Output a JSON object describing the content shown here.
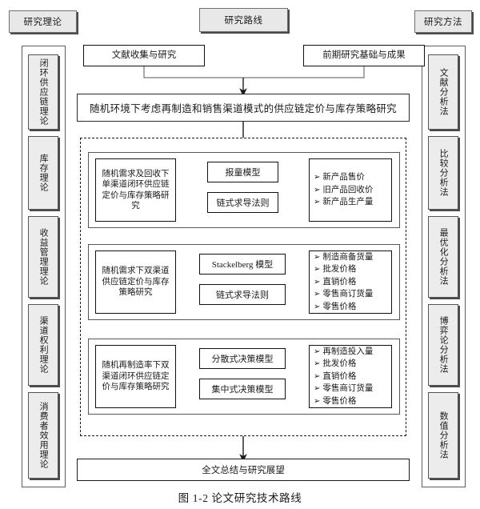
{
  "headers": {
    "left": "研究理论",
    "center": "研究路线",
    "right": "研究方法"
  },
  "inputs": {
    "literature": "文献收集与研究",
    "prior": "前期研究基础与成果"
  },
  "main_title": "随机环境下考虑再制造和销售渠道模式的供应链定价与库存策略研究",
  "left_sidebar": {
    "items": [
      {
        "label": "闭环供应链理论"
      },
      {
        "label": "库存理论"
      },
      {
        "label": "收益管理理论"
      },
      {
        "label": "渠道权利理论"
      },
      {
        "label": "消费者效用理论"
      }
    ]
  },
  "right_sidebar": {
    "items": [
      {
        "label": "文献分析法"
      },
      {
        "label": "比较分析法"
      },
      {
        "label": "最优化分析法"
      },
      {
        "label": "博弈论分析法"
      },
      {
        "label": "数值分析法"
      }
    ]
  },
  "rows": [
    {
      "topic": "随机需求及回收下单渠道闭环供应链定价与库存策略研究",
      "models": [
        "报童模型",
        "链式求导法则"
      ],
      "outputs": [
        "新产品售价",
        "旧产品回收价",
        "新产品生产量"
      ]
    },
    {
      "topic": "随机需求下双渠道供应链定价与库存策略研究",
      "models": [
        "Stackelberg 模型",
        "链式求导法则"
      ],
      "outputs": [
        "制造商备货量",
        "批发价格",
        "直销价格",
        "零售商订货量",
        "零售价格"
      ]
    },
    {
      "topic": "随机再制造率下双渠道闭环供应链定价与库存策略研究",
      "models": [
        "分散式决策模型",
        "集中式决策模型"
      ],
      "outputs": [
        "再制造投入量",
        "批发价格",
        "直销价格",
        "零售商订货量",
        "零售价格"
      ]
    }
  ],
  "bullet_glyph": "➢",
  "conclusion": "全文总结与研究展望",
  "caption": "图 1-2  论文研究技术路线",
  "colors": {
    "header_fill": "#e8e8e8",
    "sidebar_fill": "#ececec",
    "line": "#1b1b1b",
    "page_bg": "#ffffff"
  }
}
